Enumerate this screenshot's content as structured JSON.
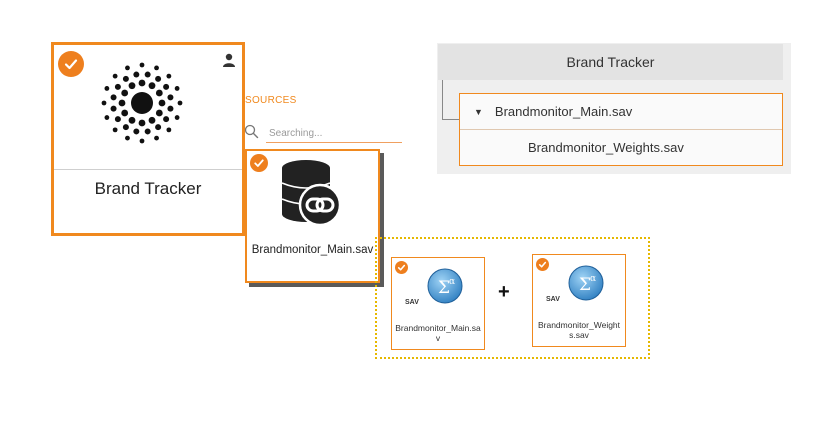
{
  "project": {
    "title": "Brand Tracker",
    "icons": {
      "check": "checkmark-icon",
      "user": "user-icon",
      "logo": "dotted-radial-logo"
    }
  },
  "sources": {
    "label": "SOURCES",
    "search": {
      "placeholder": "Searching...",
      "value": ""
    },
    "card": {
      "name": "Brandmonitor_Main.sav",
      "icon": "database-link-icon"
    }
  },
  "tree": {
    "header": "Brand Tracker",
    "main_file": "Brandmonitor_Main.sav",
    "child_file": "Brandmonitor_Weights.sav"
  },
  "merge": {
    "file_1": "Brandmonitor_Main.sav",
    "file_2": "Brandmonitor_Weights.sav",
    "operator": "+",
    "icon_tag": "SAV"
  },
  "colors": {
    "accent": "#f0891e",
    "merge_border": "#e6b800",
    "icon_blue": "#2f7fc1"
  }
}
